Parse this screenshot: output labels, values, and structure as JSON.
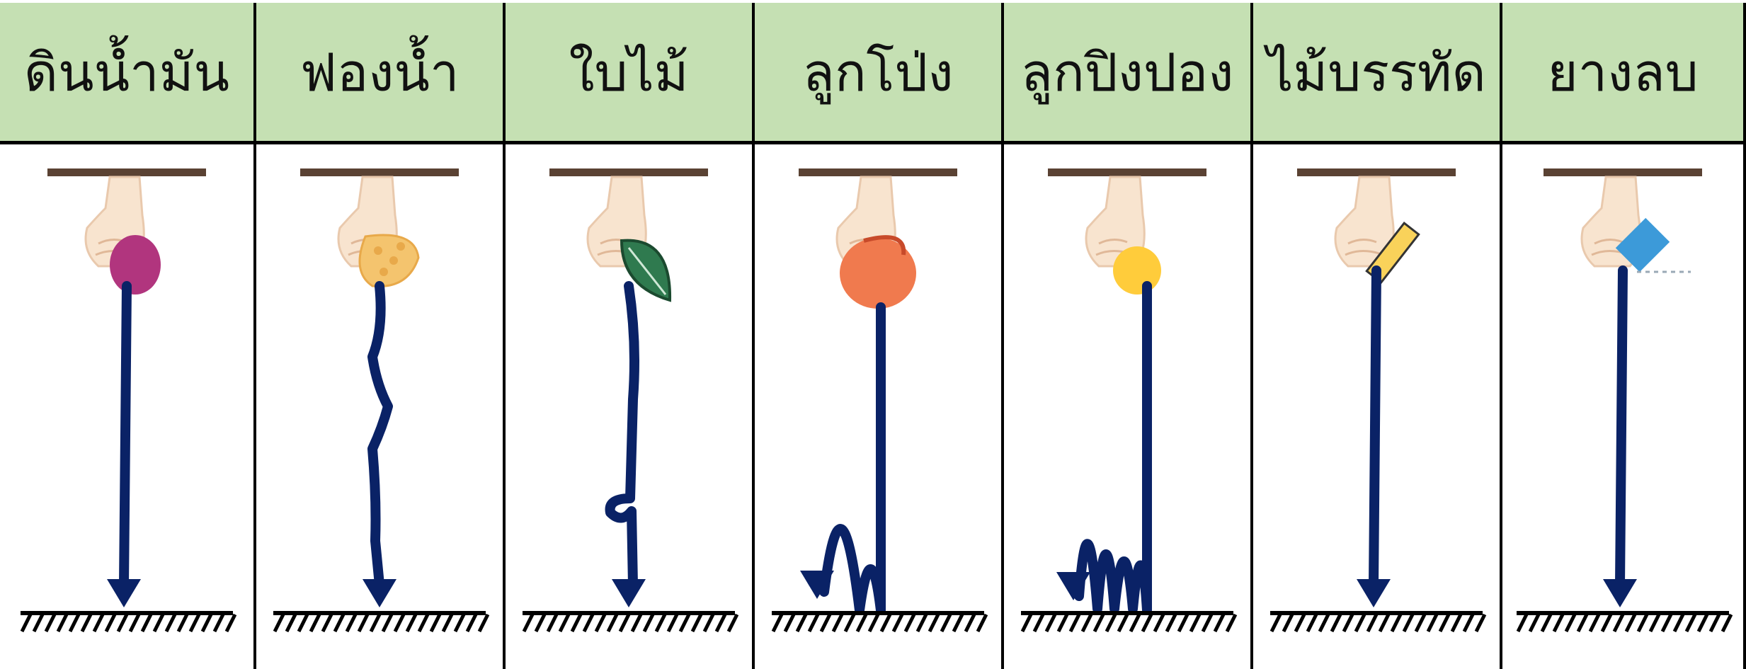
{
  "colors": {
    "header_bg": "#c5e0b3",
    "path": "#0a2266",
    "bar": "#5a4233",
    "ground": "#000000",
    "skin": "#f8e4cf"
  },
  "columns": [
    {
      "label": "ดินน้ำมัน",
      "object_icon": "clay-icon",
      "object_color": "#b1357e",
      "motion": "straight"
    },
    {
      "label": "ฟองน้ำ",
      "object_icon": "sponge-icon",
      "object_color": "#f4c46e",
      "motion": "wavy"
    },
    {
      "label": "ใบไม้",
      "object_icon": "leaf-icon",
      "object_color": "#2f7a4f",
      "motion": "loop"
    },
    {
      "label": "ลูกโป่ง",
      "object_icon": "balloon-icon",
      "object_color": "#f07a4e",
      "motion": "bounce"
    },
    {
      "label": "ลูกปิงปอง",
      "object_icon": "ping-pong-ball-icon",
      "object_color": "#ffcc3b",
      "motion": "many-bounces"
    },
    {
      "label": "ไม้บรรทัด",
      "object_icon": "ruler-icon",
      "object_color": "#f9d25a",
      "motion": "straight"
    },
    {
      "label": "ยางลบ",
      "object_icon": "eraser-icon",
      "object_color": "#3c9ad9",
      "motion": "straight"
    }
  ]
}
